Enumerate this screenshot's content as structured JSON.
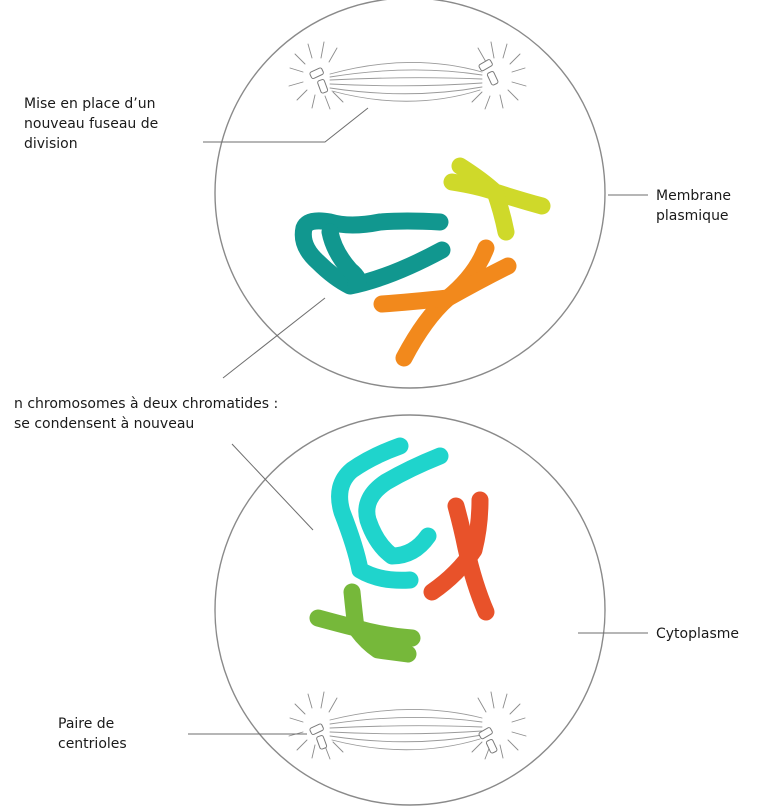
{
  "labels": {
    "spindle": [
      "Mise en place d’un",
      "nouveau fuseau de",
      "division"
    ],
    "membrane": [
      "Membrane",
      "plasmique"
    ],
    "chromosomes": [
      "n chromosomes à deux chromatides :",
      "se condensent à nouveau"
    ],
    "cytoplasm": [
      "Cytoplasme"
    ],
    "centrioles": [
      "Paire de",
      "centrioles"
    ]
  },
  "colors": {
    "top_teal": "#11978f",
    "top_yellow": "#cfd92a",
    "top_orange": "#f2891c",
    "bottom_cyan": "#1fd4cc",
    "bottom_red": "#e8522a",
    "bottom_green": "#76b83a"
  }
}
